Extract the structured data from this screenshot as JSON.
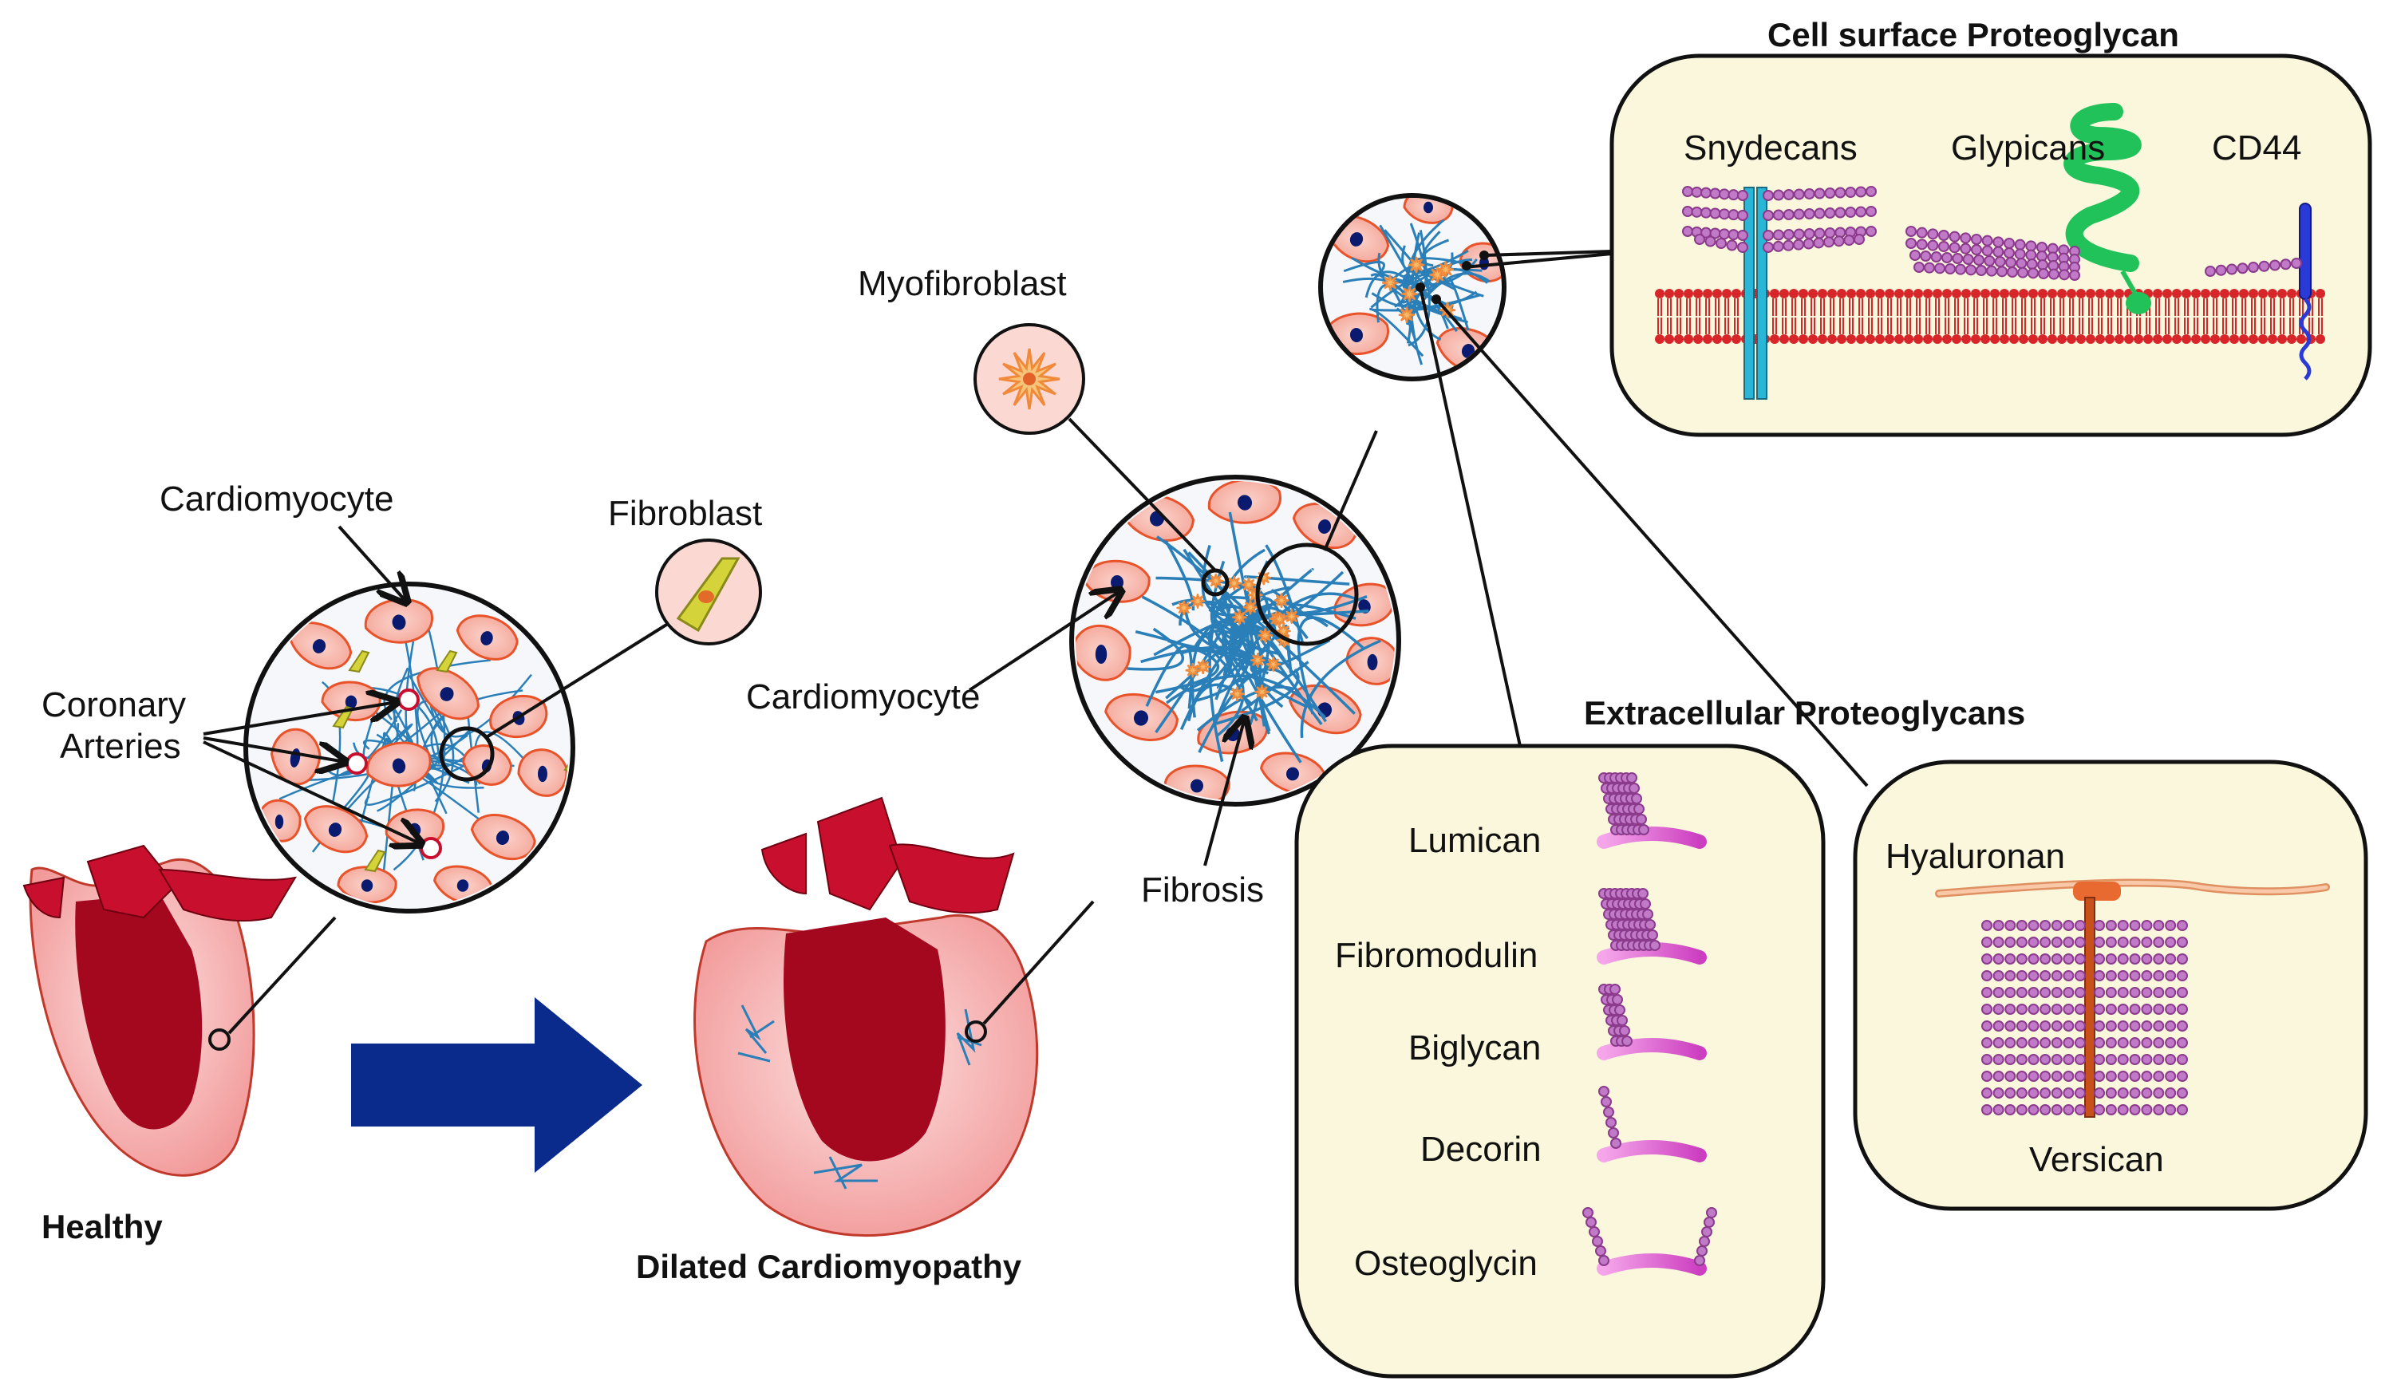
{
  "labels": {
    "cardiomyocyte_healthy": "Cardiomyocyte",
    "fibroblast": "Fibroblast",
    "coronary_line1": "Coronary",
    "coronary_line2": "Arteries",
    "healthy": "Healthy",
    "dilated": "Dilated Cardiomyopathy",
    "myofibroblast": "Myofibroblast",
    "cardiomyocyte_dcm": "Cardiomyocyte",
    "fibrosis": "Fibrosis",
    "cell_surface_title": "Cell surface Proteoglycan",
    "snydecans": "Snydecans",
    "glypicans": "Glypicans",
    "cd44": "CD44",
    "extracellular_title": "Extracellular Proteoglycans",
    "lumican": "Lumican",
    "fibromodulin": "Fibromodulin",
    "biglycan": "Biglycan",
    "decorin": "Decorin",
    "osteoglycin": "Osteoglycin",
    "hyaluronan": "Hyaluronan",
    "versican": "Versican"
  },
  "colors": {
    "heart_outer": "#f4a6a6",
    "heart_inner": "#a3081f",
    "heart_vessel": "#c8102e",
    "cell_fill": "#f7b9b0",
    "cell_stroke": "#e8532a",
    "nucleus": "#0a1a6e",
    "fiber": "#2a7fb8",
    "arrow_blue": "#0a2a8c",
    "panel_fill": "#fbf7dc",
    "membrane": "#d6262a",
    "gag_bead": "#8b3a8c",
    "syndecan": "#2ab6d6",
    "glypican": "#22c25a",
    "cd44": "#2a3ad6",
    "core_protein": "#e060d0",
    "hyaluronan": "#f0a070",
    "versican_core": "#c8501a",
    "fibroblast_cell": "#d4d43a",
    "myofibroblast": "#f08a3a"
  }
}
